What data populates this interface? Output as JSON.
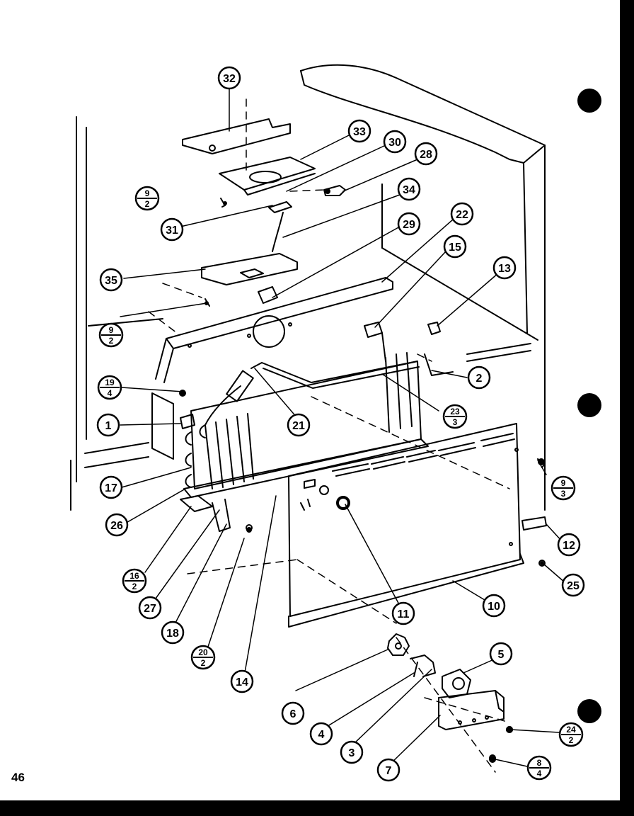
{
  "page": {
    "number": "46"
  },
  "callouts": [
    {
      "id": "c32",
      "text": "32"
    },
    {
      "id": "c33",
      "text": "33"
    },
    {
      "id": "c30",
      "text": "30"
    },
    {
      "id": "c28",
      "text": "28"
    },
    {
      "id": "c34",
      "text": "34"
    },
    {
      "id": "c31",
      "text": "31"
    },
    {
      "id": "c29",
      "text": "29"
    },
    {
      "id": "c22",
      "text": "22"
    },
    {
      "id": "c15",
      "text": "15"
    },
    {
      "id": "c13",
      "text": "13"
    },
    {
      "id": "c35",
      "text": "35"
    },
    {
      "id": "c2",
      "text": "2"
    },
    {
      "id": "c21",
      "text": "21"
    },
    {
      "id": "c1",
      "text": "1"
    },
    {
      "id": "c17",
      "text": "17"
    },
    {
      "id": "c26",
      "text": "26"
    },
    {
      "id": "c12",
      "text": "12"
    },
    {
      "id": "c25",
      "text": "25"
    },
    {
      "id": "c10",
      "text": "10"
    },
    {
      "id": "c11",
      "text": "11"
    },
    {
      "id": "c27",
      "text": "27"
    },
    {
      "id": "c18",
      "text": "18"
    },
    {
      "id": "c14",
      "text": "14"
    },
    {
      "id": "c5",
      "text": "5"
    },
    {
      "id": "c6",
      "text": "6"
    },
    {
      "id": "c4",
      "text": "4"
    },
    {
      "id": "c3",
      "text": "3"
    },
    {
      "id": "c7",
      "text": "7"
    }
  ],
  "fraction_callouts": [
    {
      "id": "f9_2a",
      "top": "9",
      "bottom": "2"
    },
    {
      "id": "f9_2b",
      "top": "9",
      "bottom": "2"
    },
    {
      "id": "f19_4",
      "top": "19",
      "bottom": "4"
    },
    {
      "id": "f23_3",
      "top": "23",
      "bottom": "3"
    },
    {
      "id": "f9_3",
      "top": "9",
      "bottom": "3"
    },
    {
      "id": "f16_2",
      "top": "16",
      "bottom": "2"
    },
    {
      "id": "f20_2",
      "top": "20",
      "bottom": "2"
    },
    {
      "id": "f24_2",
      "top": "24",
      "bottom": "2"
    },
    {
      "id": "f8_4",
      "top": "8",
      "bottom": "4"
    }
  ]
}
